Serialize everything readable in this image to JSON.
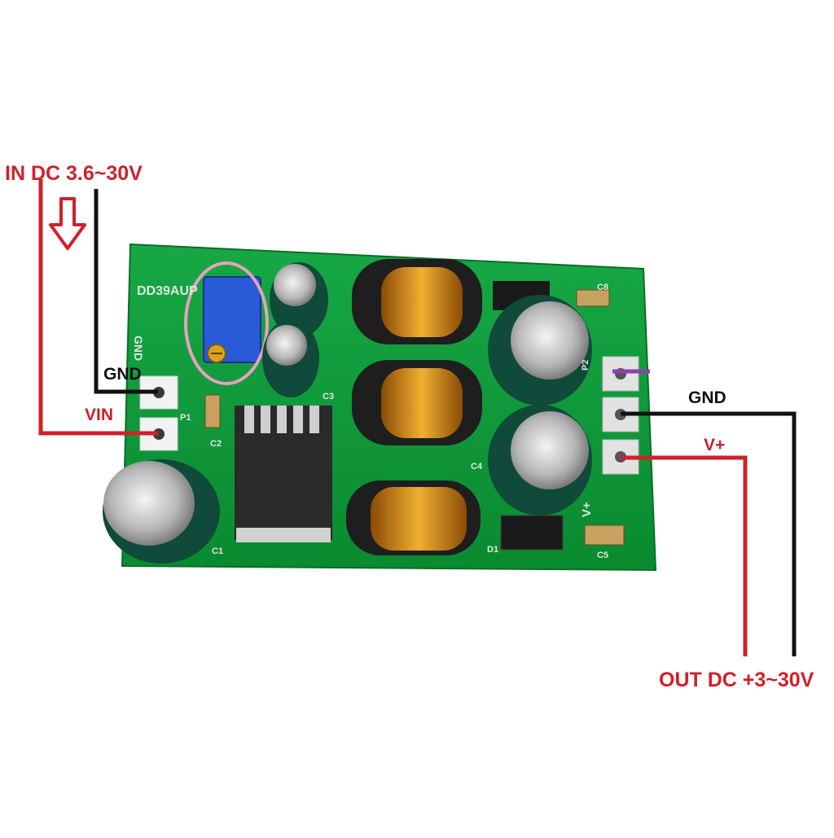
{
  "labels": {
    "input_title": "IN DC 3.6~30V",
    "gnd_left": "GND",
    "vin": "VIN",
    "gnd_right": "GND",
    "vplus": "V+",
    "output_title": "OUT DC +3~30V"
  },
  "board": {
    "model": "DD39AUP",
    "silk_gnd": "GND",
    "silk_p1": "P1",
    "silk_p2": "P2",
    "silk_c1": "C1",
    "silk_c2": "C2",
    "silk_c3": "C3",
    "silk_c4": "C4",
    "silk_c5": "C5",
    "silk_c8": "C8",
    "silk_d1": "D1",
    "silk_vplus": "V+"
  },
  "colors": {
    "pcb": "#0f9a3a",
    "wire_red": "#d0202a",
    "wire_black": "#111111",
    "highlight_circle": "#e8a0c0",
    "marker_purple": "#9040b0"
  }
}
